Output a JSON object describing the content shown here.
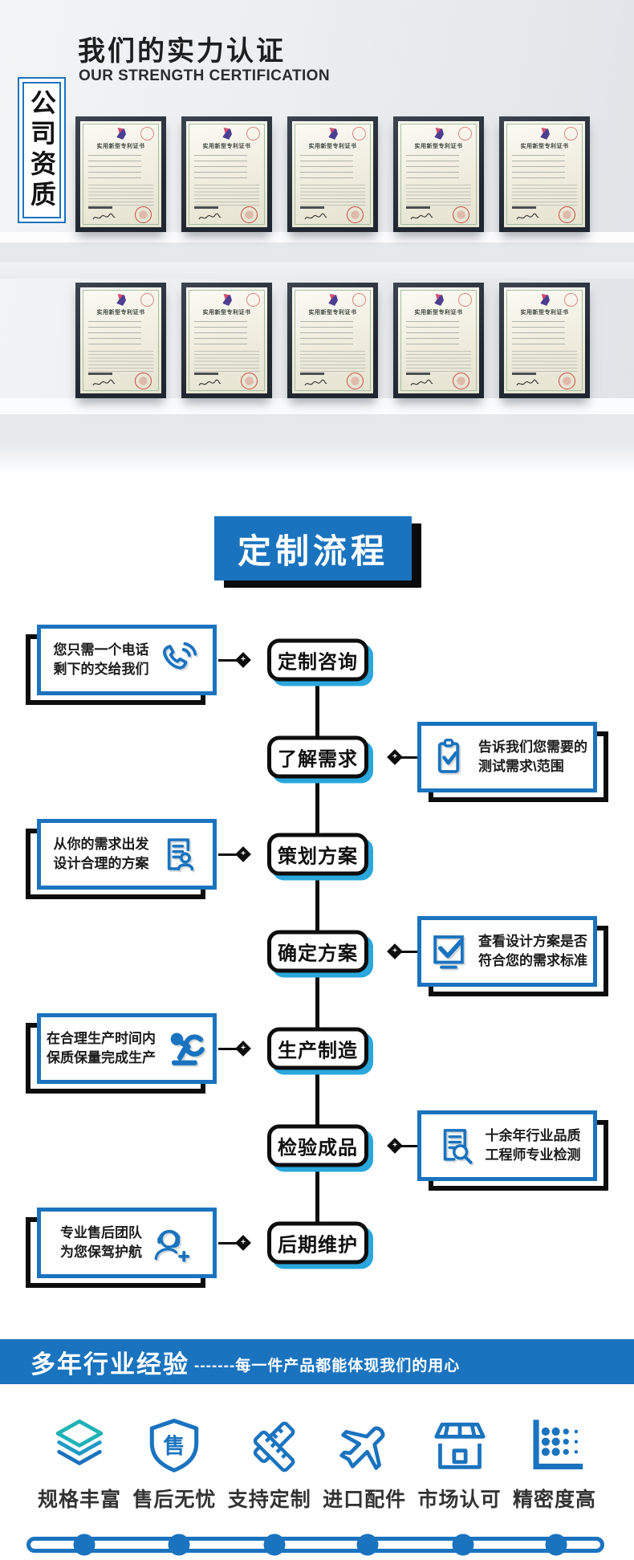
{
  "certification": {
    "title": "我们的实力认证",
    "subtitle": "OUR STRENGTH CERTIFICATION",
    "vertical_label": "公司资质",
    "certificate_title": "实用新型专利证书",
    "rows": 2,
    "certificates_per_row": 5
  },
  "flow": {
    "banner": "定制流程",
    "steps": [
      {
        "node": "定制咨询",
        "side": "left",
        "icon": "phone-icon",
        "line1": "您只需一个电话",
        "line2": "剩下的交给我们"
      },
      {
        "node": "了解需求",
        "side": "right",
        "icon": "clipboard-check-icon",
        "line1": "告诉我们您需要的",
        "line2": "测试需求\\范围"
      },
      {
        "node": "策划方案",
        "side": "left",
        "icon": "resume-icon",
        "line1": "从你的需求出发",
        "line2": "设计合理的方案"
      },
      {
        "node": "确定方案",
        "side": "right",
        "icon": "checkbox-icon",
        "line1": "查看设计方案是否",
        "line2": "符合您的需求标准"
      },
      {
        "node": "生产制造",
        "side": "left",
        "icon": "robot-arm-icon",
        "line1": "在合理生产时间内",
        "line2": "保质保量完成生产"
      },
      {
        "node": "检验成品",
        "side": "right",
        "icon": "doc-search-icon",
        "line1": "十余年行业品质",
        "line2": "工程师专业检测"
      },
      {
        "node": "后期维护",
        "side": "left",
        "icon": "headset-icon",
        "line1": "专业售后团队",
        "line2": "为您保驾护航"
      }
    ]
  },
  "experience": {
    "title": "多年行业经验",
    "slogan": "-------每一件产品都能体现我们的用心",
    "features": [
      {
        "icon": "layers-icon",
        "label": "规格丰富"
      },
      {
        "icon": "shield-sale-icon",
        "label": "售后无忧",
        "shield_char": "售"
      },
      {
        "icon": "ruler-pencil-icon",
        "label": "支持定制"
      },
      {
        "icon": "plane-icon",
        "label": "进口配件"
      },
      {
        "icon": "storefront-icon",
        "label": "市场认可"
      },
      {
        "icon": "dot-chart-icon",
        "label": "精密度高"
      }
    ]
  },
  "colors": {
    "primary_blue": "#1a73be",
    "node_shadow_blue": "#2aa7dc",
    "teal": "#1fb2b6"
  }
}
